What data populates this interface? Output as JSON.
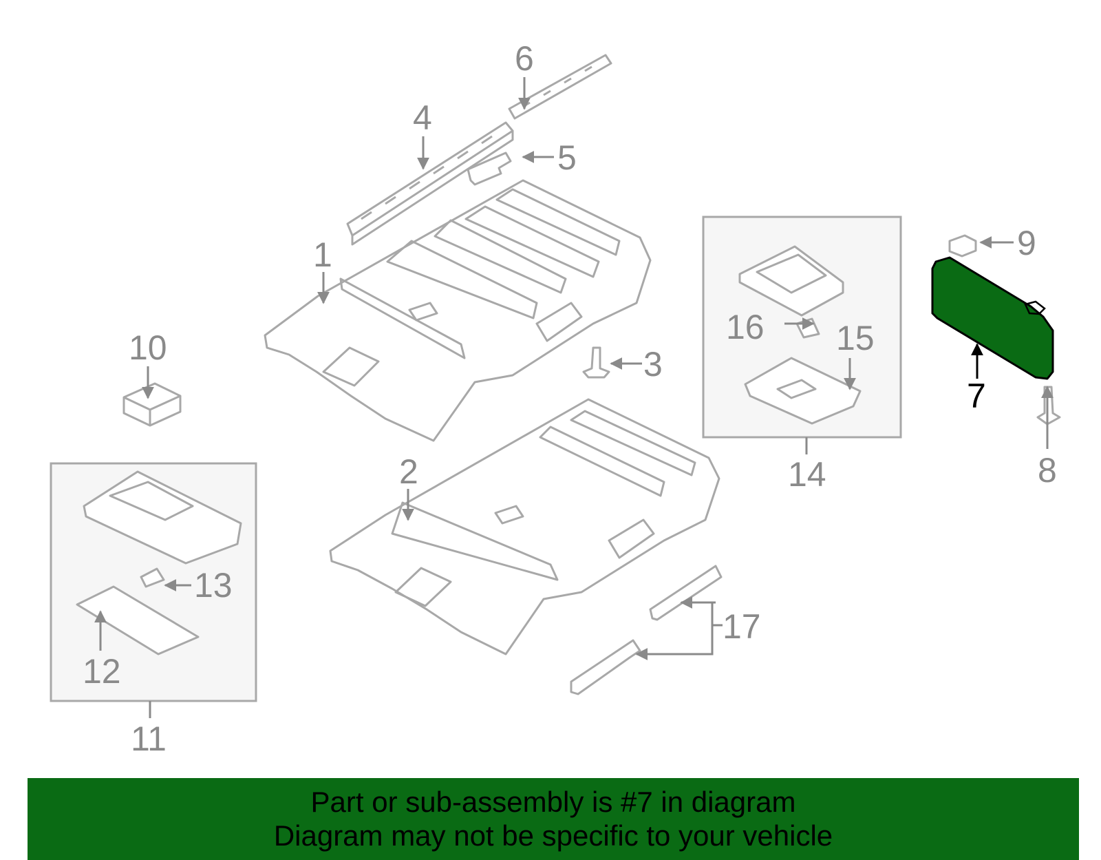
{
  "callouts": {
    "c1": "1",
    "c2": "2",
    "c3": "3",
    "c4": "4",
    "c5": "5",
    "c6": "6",
    "c7": "7",
    "c8": "8",
    "c9": "9",
    "c10": "10",
    "c11": "11",
    "c12": "12",
    "c13": "13",
    "c14": "14",
    "c15": "15",
    "c16": "16",
    "c17": "17"
  },
  "highlight": {
    "part": "7",
    "color": "#0a6b14"
  },
  "banner": {
    "line1": "Part or sub-assembly is #7 in diagram",
    "line2": "Diagram may not be specific to your vehicle",
    "color": "#0a6b14"
  }
}
